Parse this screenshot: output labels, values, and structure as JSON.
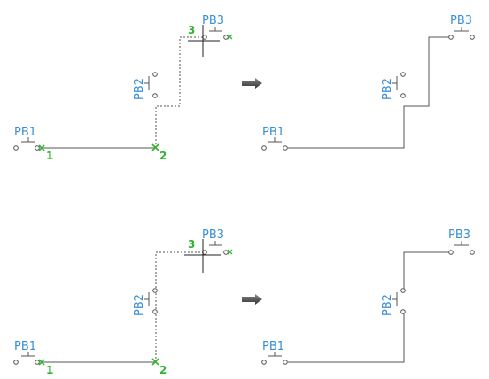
{
  "colors": {
    "label": "#3a8fd6",
    "wire": "#555555",
    "marker": "#2fb52f",
    "arrow": "#555555"
  },
  "panels": [
    {
      "before": {
        "pb1": "PB1",
        "pb2": "PB2",
        "pb3": "PB3",
        "m1": "1",
        "m2": "2",
        "m3": "3"
      },
      "after": {
        "pb1": "PB1",
        "pb2": "PB2",
        "pb3": "PB3"
      }
    },
    {
      "before": {
        "pb1": "PB1",
        "pb2": "PB2",
        "pb3": "PB3",
        "m1": "1",
        "m2": "2",
        "m3": "3"
      },
      "after": {
        "pb1": "PB1",
        "pb2": "PB2",
        "pb3": "PB3"
      }
    }
  ]
}
